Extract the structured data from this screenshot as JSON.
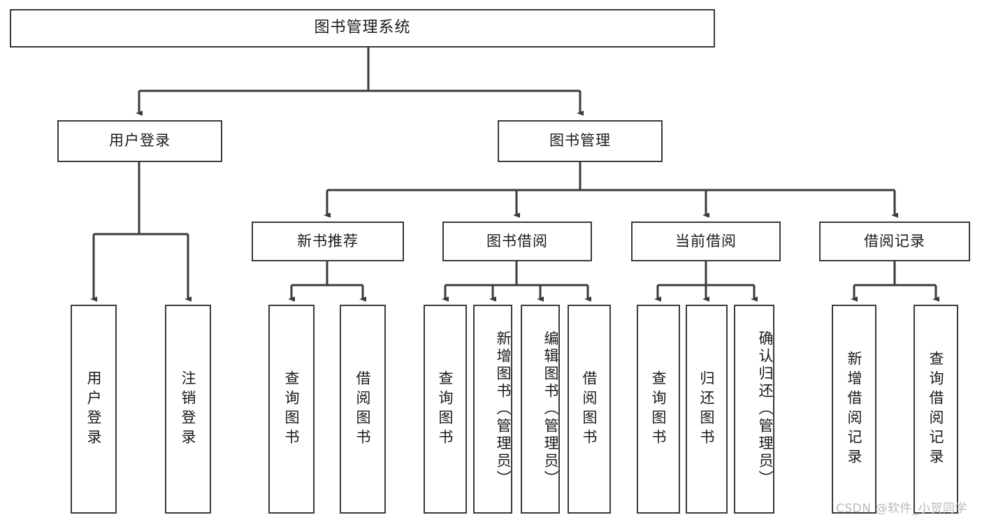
{
  "diagram": {
    "title": "图书管理系统",
    "type": "tree-hierarchy",
    "root": {
      "label": "图书管理系统"
    },
    "level2": [
      {
        "label": "用户登录"
      },
      {
        "label": "图书管理"
      }
    ],
    "level3": [
      {
        "label": "新书推荐"
      },
      {
        "label": "图书借阅"
      },
      {
        "label": "当前借阅"
      },
      {
        "label": "借阅记录"
      }
    ],
    "leaves": [
      {
        "label": "用户登录",
        "parent": "用户登录"
      },
      {
        "label": "注销登录",
        "parent": "用户登录"
      },
      {
        "label": "查询图书",
        "parent": "新书推荐"
      },
      {
        "label": "借阅图书",
        "parent": "新书推荐"
      },
      {
        "label": "查询图书",
        "parent": "图书借阅"
      },
      {
        "label": "新增图书（管理员）",
        "parent": "图书借阅"
      },
      {
        "label": "编辑图书（管理员）",
        "parent": "图书借阅"
      },
      {
        "label": "借阅图书",
        "parent": "图书借阅"
      },
      {
        "label": "查询图书",
        "parent": "当前借阅"
      },
      {
        "label": "归还图书",
        "parent": "当前借阅"
      },
      {
        "label": "确认归还（管理员）",
        "parent": "当前借阅"
      },
      {
        "label": "新增借阅记录",
        "parent": "借阅记录"
      },
      {
        "label": "查询借阅记录",
        "parent": "借阅记录"
      }
    ]
  },
  "watermark": {
    "text": "CSDN @软件_小贺同学"
  },
  "colors": {
    "stroke": "#3a3a3a",
    "background": "#ffffff",
    "text": "#1a1a1a",
    "watermark": "#b9b9b9"
  }
}
